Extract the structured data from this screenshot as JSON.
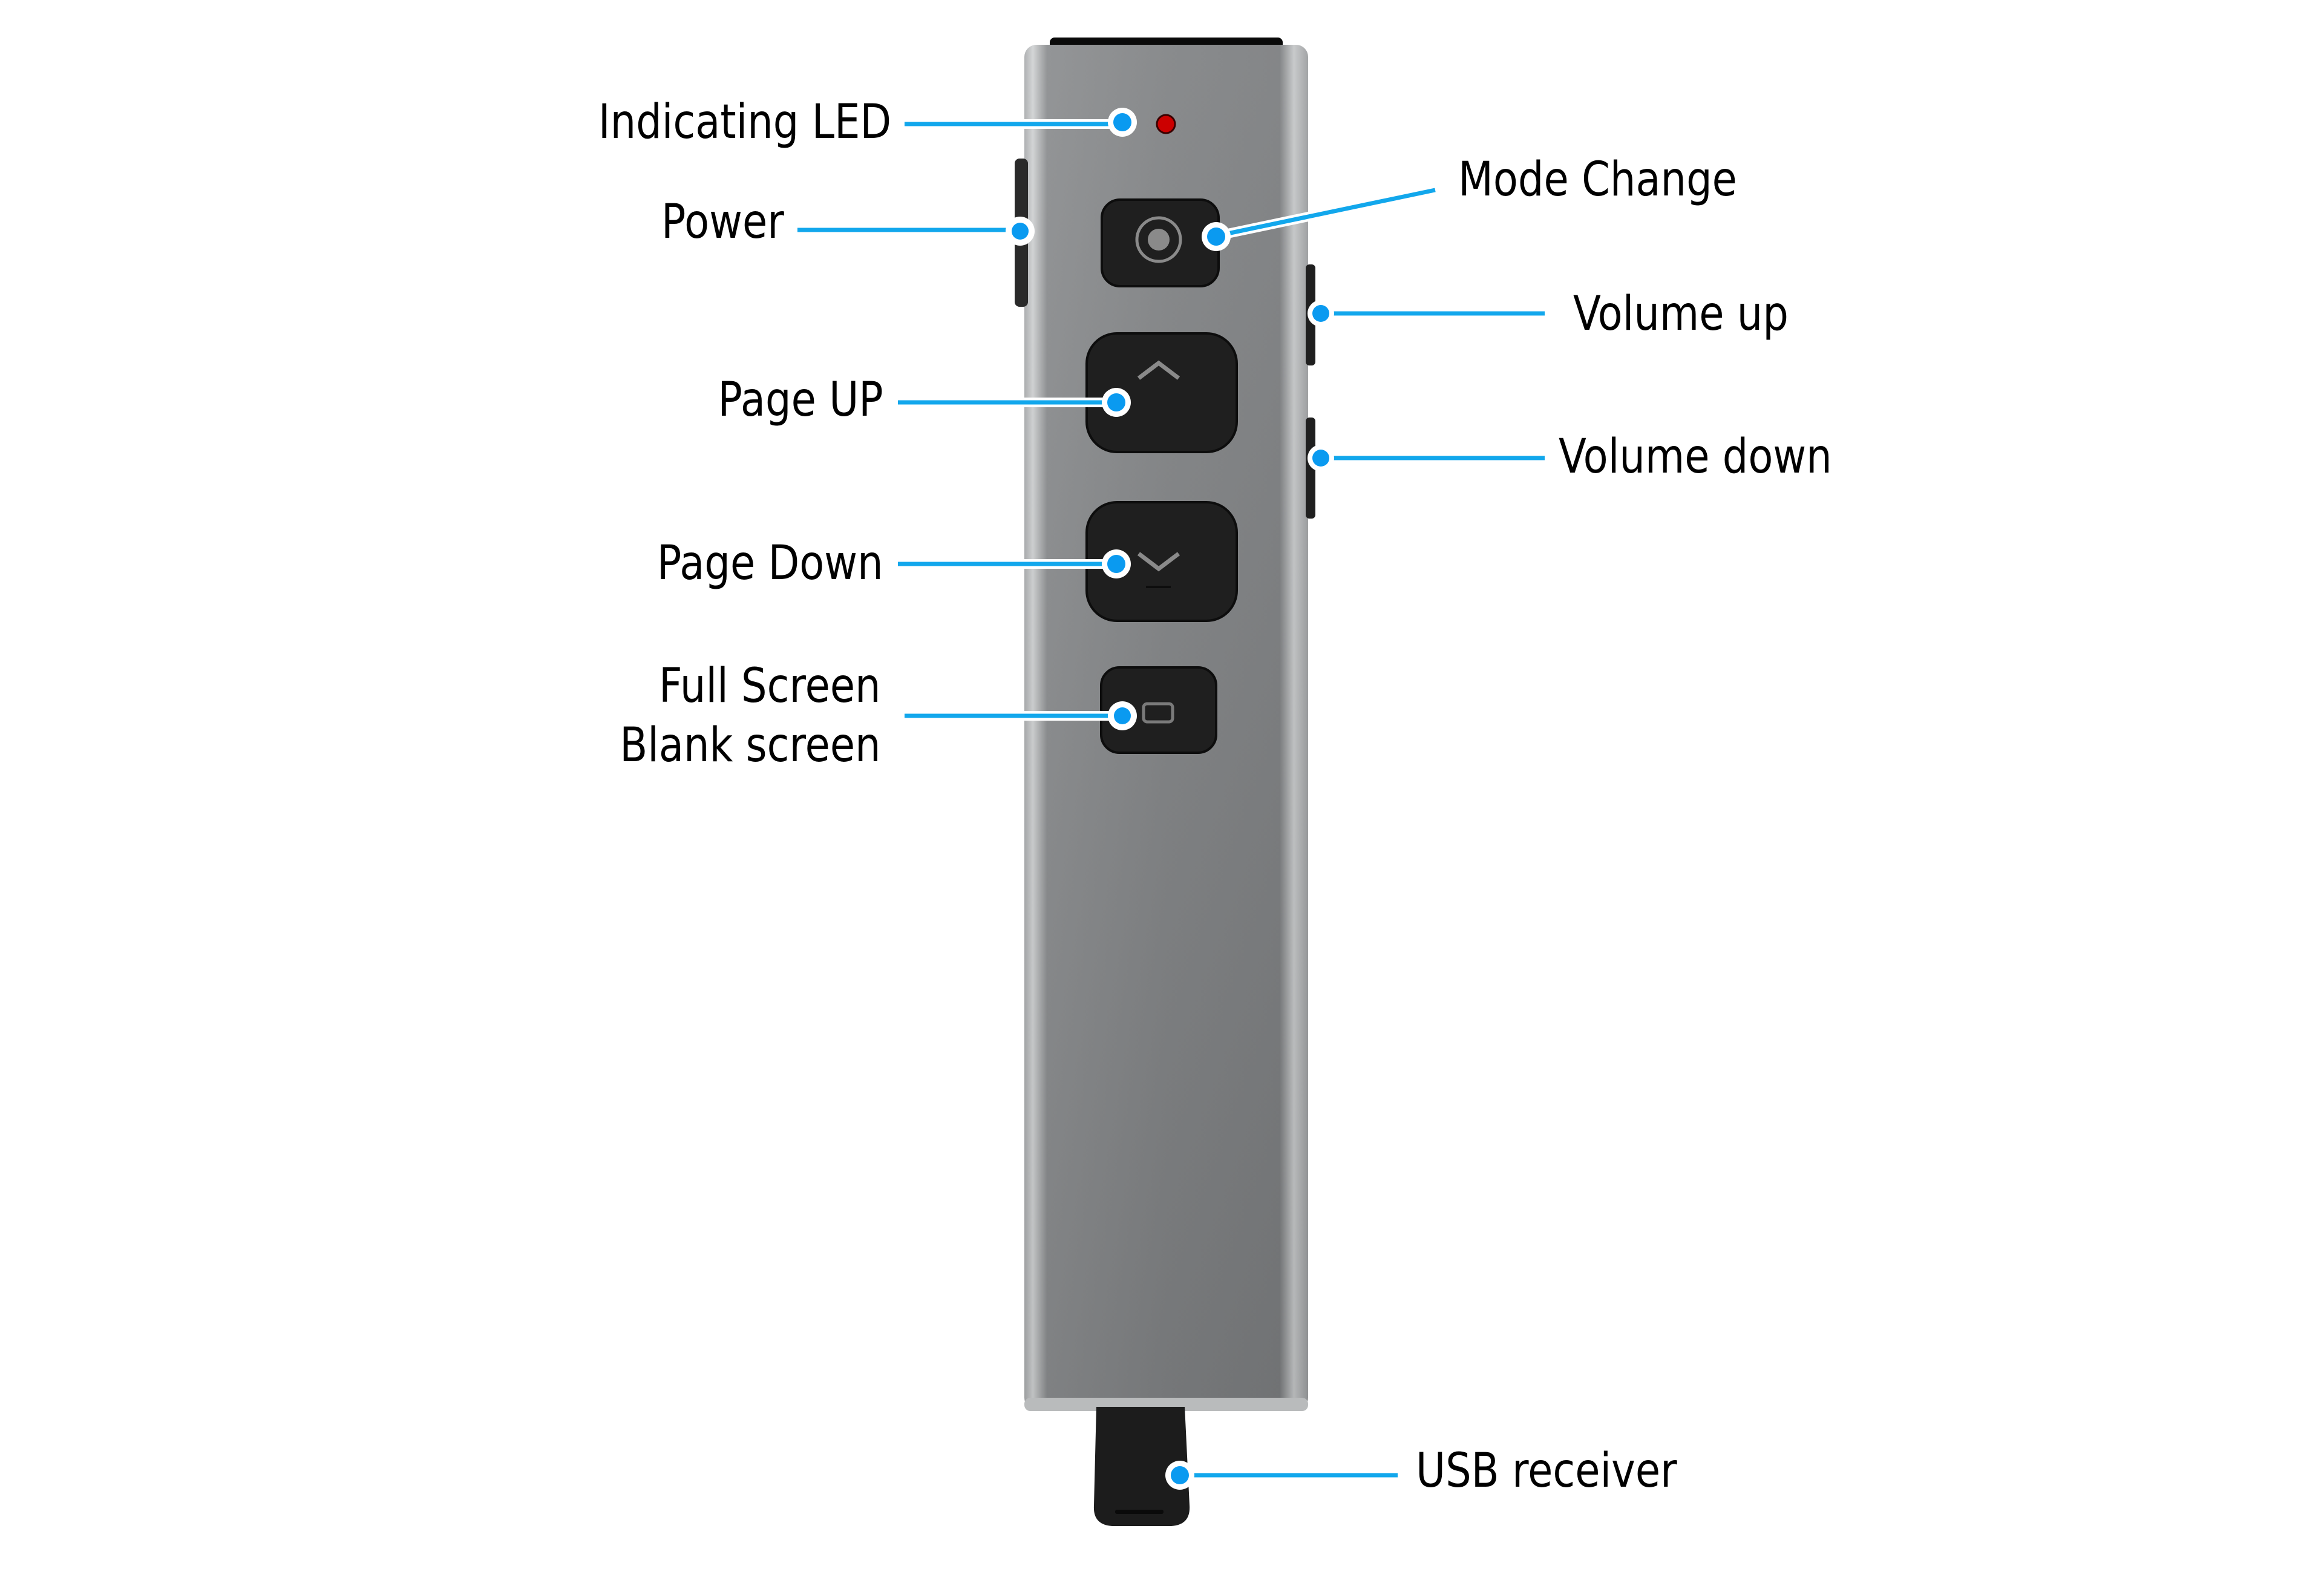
{
  "diagram": {
    "subject": "Wireless presenter remote",
    "accent_color": "#0ea5e9",
    "dot_color": "#0a9af0",
    "led_color": "#cc0000",
    "body_color": "#808284",
    "button_color": "#1f1f1f"
  },
  "callouts": [
    {
      "id": "indicating-led",
      "label": "Indicating LED",
      "side": "left"
    },
    {
      "id": "power",
      "label": "Power",
      "side": "left"
    },
    {
      "id": "mode-change",
      "label": "Mode Change",
      "side": "right"
    },
    {
      "id": "volume-up",
      "label": "Volume up",
      "side": "right"
    },
    {
      "id": "page-up",
      "label": "Page UP",
      "side": "left"
    },
    {
      "id": "volume-down",
      "label": "Volume down",
      "side": "right"
    },
    {
      "id": "page-down",
      "label": "Page Down",
      "side": "left"
    },
    {
      "id": "full-screen",
      "label_lines": [
        "Full Screen",
        "Blank screen"
      ],
      "side": "left"
    },
    {
      "id": "usb-receiver",
      "label": "USB receiver",
      "side": "right"
    }
  ],
  "buttons": [
    {
      "name": "mode-change-button",
      "icon": "target-circle-icon"
    },
    {
      "name": "page-up-button",
      "icon": "chevron-up-icon"
    },
    {
      "name": "page-down-button",
      "icon": "chevron-down-icon"
    },
    {
      "name": "full-screen-button",
      "icon": "rectangle-icon"
    }
  ]
}
